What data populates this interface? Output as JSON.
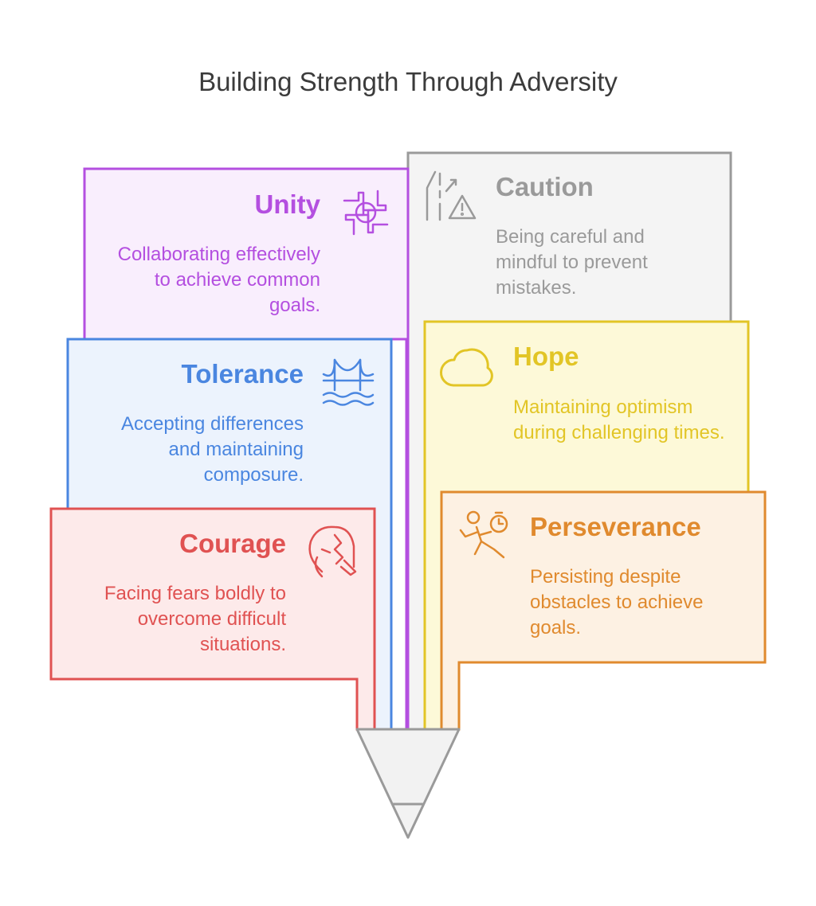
{
  "title": "Building Strength Through Adversity",
  "cards": {
    "unity": {
      "title": "Unity",
      "description": "Collaborating effectively to achieve common goals.",
      "icon": "hands-circle-icon",
      "color": "#b44fe0",
      "fill": "#f9eefd"
    },
    "tolerance": {
      "title": "Tolerance",
      "description": "Accepting differences and maintaining composure.",
      "icon": "bridge-icon",
      "color": "#4a86e0",
      "fill": "#ecf3fd"
    },
    "courage": {
      "title": "Courage",
      "description": "Facing fears boldly to overcome difficult situations.",
      "icon": "lion-head-icon",
      "color": "#e05252",
      "fill": "#fdeaea"
    },
    "caution": {
      "title": "Caution",
      "description": "Being careful and mindful to prevent mistakes.",
      "icon": "warning-road-icon",
      "color": "#9a9a9a",
      "fill": "#f4f4f4"
    },
    "hope": {
      "title": "Hope",
      "description": "Maintaining optimism during challenging times.",
      "icon": "cloud-icon",
      "color": "#e2c526",
      "fill": "#fdf9d8"
    },
    "perseverance": {
      "title": "Perseverance",
      "description": "Persisting despite obstacles to achieve goals.",
      "icon": "runner-stopwatch-icon",
      "color": "#e08a2e",
      "fill": "#fdf1e3"
    }
  }
}
